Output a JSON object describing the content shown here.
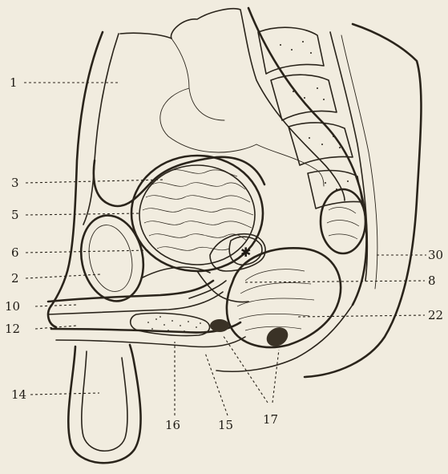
{
  "labels": {
    "l1": "1",
    "l3": "3",
    "l5": "5",
    "l6": "6",
    "l2": "2",
    "l10": "10",
    "l12": "12",
    "l14": "14",
    "l16": "16",
    "l15": "15",
    "l17": "17",
    "l30": "30",
    "l8": "8",
    "l22": "22",
    "star": "✱"
  },
  "colors": {
    "paper": "#f1ecdf",
    "ink": "#2a241b"
  }
}
